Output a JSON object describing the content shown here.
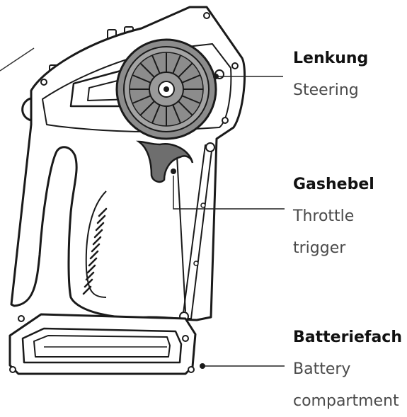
{
  "callouts": {
    "steering": {
      "german": "Lenkung",
      "english": "Steering"
    },
    "throttle": {
      "german": "Gashebel",
      "english_line1": "Throttle",
      "english_line2": "trigger"
    },
    "battery": {
      "german": "Batteriefach",
      "english_line1": "Battery",
      "english_line2": "compartment"
    }
  },
  "colors": {
    "outline": "#1a1a1a",
    "grey_fill": "#8c8c8c",
    "grey_dark": "#6e6e6e",
    "leader_line": "#222222"
  },
  "icons": [
    "rc-transmitter-illustration",
    "steering-wheel-icon",
    "throttle-trigger-icon",
    "battery-compartment-icon"
  ]
}
